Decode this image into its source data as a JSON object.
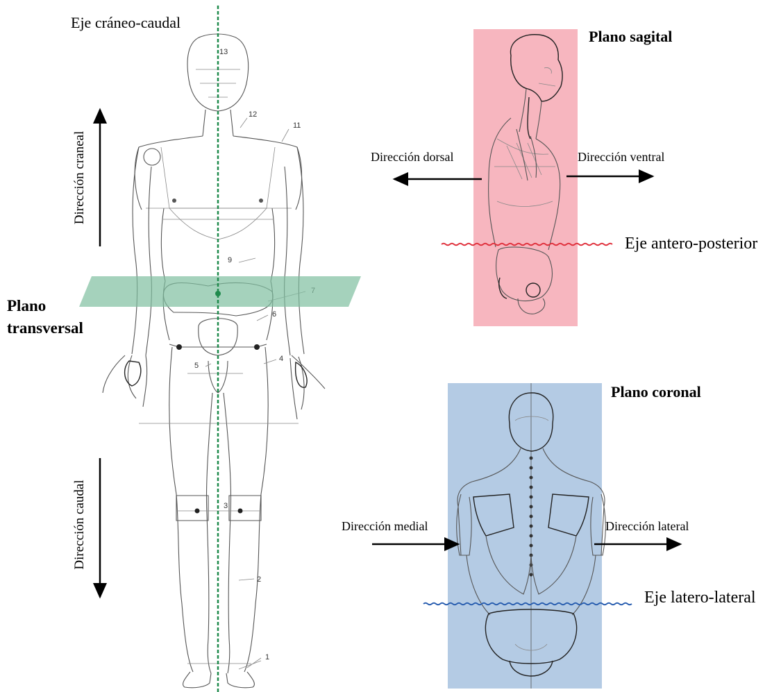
{
  "labels": {
    "axis_cranio_caudal": "Eje cráneo-caudal",
    "direction_cranial": "Dirección craneal",
    "direction_caudal": "Dirección caudal",
    "plane_transverse_line1": "Plano",
    "plane_transverse_line2": "transversal",
    "plane_sagittal": "Plano sagital",
    "direction_dorsal": "Dirección dorsal",
    "direction_ventral": "Dirección ventral",
    "axis_antero_posterior": "Eje antero-posterior",
    "plane_coronal": "Plano coronal",
    "direction_medial": "Dirección medial",
    "direction_lateral": "Dirección lateral",
    "axis_latero_lateral": "Eje latero-lateral"
  },
  "figure_numbers": {
    "n1": "1",
    "n2": "2",
    "n3": "3",
    "n4": "4",
    "n5": "5",
    "n6": "6",
    "n7": "7",
    "n9": "9",
    "n11": "11",
    "n12": "12",
    "n13": "13"
  },
  "colors": {
    "sagittal_plane": "#f7b6bf",
    "coronal_plane": "#b4cbe4",
    "transverse_plane": "#7fbf9f",
    "cranio_caudal_axis": "#1f8a4c",
    "antero_posterior_axis": "#e0303c",
    "latero_lateral_axis": "#2a5fb0"
  }
}
